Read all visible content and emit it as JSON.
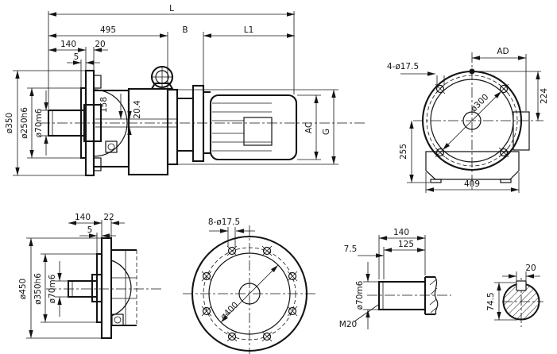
{
  "views": {
    "side": {
      "dims": {
        "L": "L",
        "d495": "495",
        "B": "B",
        "L1": "L1",
        "d140": "140",
        "d20": "20",
        "d5": "5",
        "dia350": "ø350",
        "dia250": "ø250h6",
        "dia70": "ø70m6",
        "d158": "158",
        "d204": "20.4",
        "AC": "AC",
        "G": "G"
      }
    },
    "front": {
      "dims": {
        "holes": "4-ø17.5",
        "AD": "AD",
        "d224": "224",
        "dia300": "ø300",
        "d255": "255",
        "d409": "409"
      }
    },
    "flange_side": {
      "dims": {
        "d140": "140",
        "d22": "22",
        "d5": "5",
        "dia450": "ø450",
        "dia350": "ø350h6",
        "dia70": "ø70m6"
      }
    },
    "flange_front": {
      "dims": {
        "holes": "8-ø17.5",
        "dia400": "ø400"
      }
    },
    "shaft": {
      "dims": {
        "d75": "7.5",
        "d140": "140",
        "d125": "125",
        "dia70": "ø70m6",
        "thread": "M20"
      }
    },
    "section": {
      "dims": {
        "d20": "20",
        "d745": "74.5"
      }
    }
  },
  "colors": {
    "line": "#141414",
    "background": "#ffffff"
  }
}
